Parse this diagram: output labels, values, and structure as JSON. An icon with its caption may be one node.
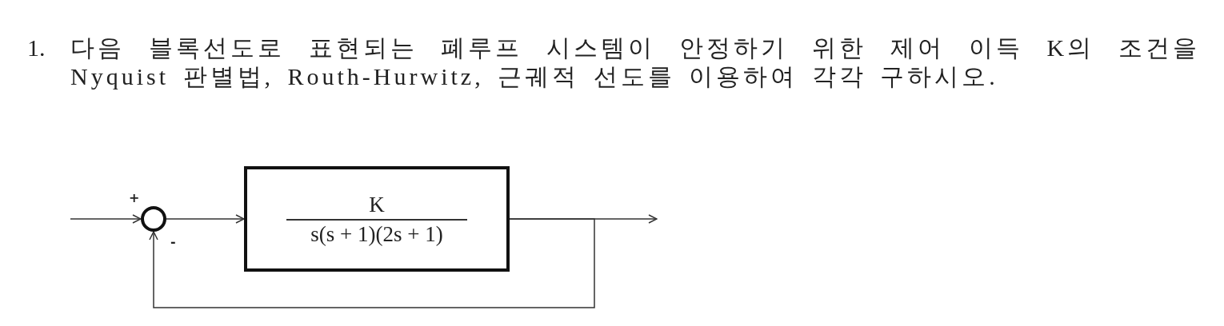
{
  "diagram": {
    "title": "다음 블록선도로 표현되는 폐루프 시스템이 안정하기 위한 제어 이득 K의 조건을 Nyquist 판별법, Routh-Hurwitz, 근궤적 선도를 이용하여 각각 구하시오.",
    "nodes": [
      {
        "text": [],
        "shape": "circle",
        "beside": [
          "+",
          "-"
        ]
      },
      {
        "text": [
          "K",
          "s(s + 1)(2s + 1)"
        ]
      }
    ],
    "edges": [
      {
        "from": null,
        "to": 0,
        "arrow": "to"
      },
      {
        "from": 0,
        "to": 1,
        "arrow": "to"
      },
      {
        "from": 1,
        "to": null,
        "arrow": "to"
      },
      {
        "from": 1,
        "to": 0,
        "arrow": "to"
      }
    ],
    "labels": [
      "1."
    ]
  }
}
